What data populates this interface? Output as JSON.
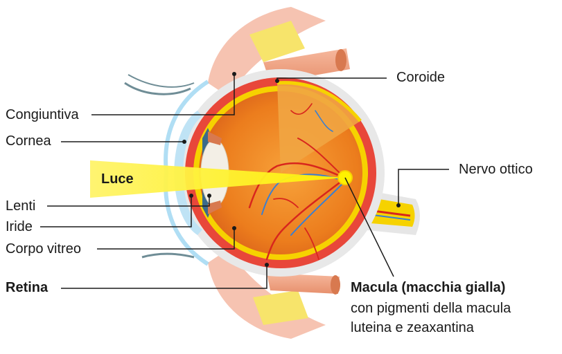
{
  "title": "",
  "labels": {
    "congiuntiva": "Congiuntiva",
    "cornea": "Cornea",
    "lenti": "Lenti",
    "iride": "Iride",
    "corpo_vitreo": "Corpo vitreo",
    "retina": "Retina",
    "coroide": "Coroide",
    "nervo_ottico": "Nervo ottico",
    "luce": "Luce",
    "macula_title": "Macula (macchia gialla)",
    "macula_line2": "con pigmenti della macula",
    "macula_line3": "luteina e zeaxantina"
  },
  "colors": {
    "light_beam": "#fff200",
    "sclera": "#e8e8e8",
    "choroid": "#e8473a",
    "retina": "#f6d200",
    "vitreous": "#f08a1c",
    "cornea": "#bfe3f5",
    "muscle": "#f3a98a",
    "fat": "#f7e46b",
    "artery": "#d8261d",
    "vein": "#3a7fd1",
    "leader": "#1a1a1a"
  }
}
